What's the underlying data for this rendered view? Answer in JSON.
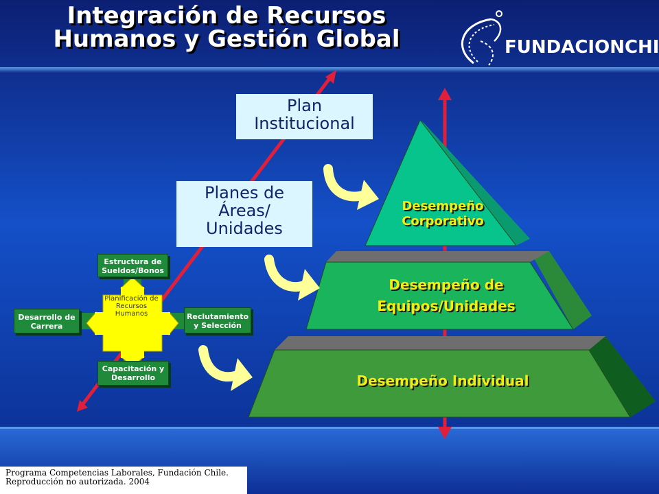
{
  "title": {
    "line1": "Integración de Recursos",
    "line2": "Humanos y Gestión Global"
  },
  "logo": {
    "text": "FUNDACIONCHILE"
  },
  "boxes": {
    "plan_institucional": {
      "line1": "Plan",
      "line2": "Institucional"
    },
    "planes_areas": {
      "line1": "Planes de",
      "line2": "Áreas/",
      "line3": "Unidades"
    }
  },
  "pyramid": {
    "top": {
      "line1": "Desempeño",
      "line2": "Corporativo"
    },
    "middle": {
      "line1": "Desempeño de",
      "line2": "Equipos/Unidades"
    },
    "bottom": {
      "line1": "Desempeño Individual"
    }
  },
  "hr_diagram": {
    "center": {
      "line1": "Planificación de",
      "line2": "Recursos",
      "line3": "Humanos"
    },
    "top": {
      "line1": "Estructura de",
      "line2": "Sueldos/Bonos"
    },
    "left": {
      "line1": "Desarrollo de",
      "line2": "Carrera"
    },
    "right": {
      "line1": "Reclutamiento",
      "line2": "y Selección"
    },
    "bottom": {
      "line1": "Capacitación y",
      "line2": "Desarrollo"
    }
  },
  "footer": {
    "line1": "Programa Competencias Laborales, Fundación Chile.",
    "line2": "Reproducción no autorizada. 2004"
  },
  "colors": {
    "background": "#0b2a86",
    "pyramid_top": "#06c08a",
    "pyramid_middle": "#18b45a",
    "pyramid_bottom": "#2f9a3a",
    "label_yellow": "#f2ee12",
    "arrow_red": "#e0203a",
    "hr_yellow": "#ffff00"
  }
}
